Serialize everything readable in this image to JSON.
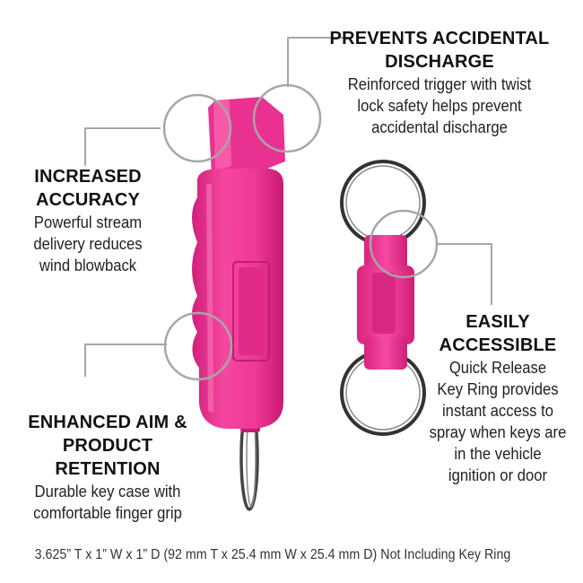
{
  "features": [
    {
      "title_lines": [
        "PREVENTS ACCIDENTAL",
        "DISCHARGE"
      ],
      "desc_lines": [
        "Reinforced trigger with twist",
        "lock safety helps prevent",
        "accidental discharge"
      ]
    },
    {
      "title_lines": [
        "INCREASED",
        "ACCURACY"
      ],
      "desc_lines": [
        "Powerful stream",
        "delivery reduces",
        "wind blowback"
      ]
    },
    {
      "title_lines": [
        "ENHANCED AIM &",
        "PRODUCT RETENTION"
      ],
      "desc_lines": [
        "Durable key case with",
        "comfortable finger grip"
      ]
    },
    {
      "title_lines": [
        "EASILY",
        "ACCESSIBLE"
      ],
      "desc_lines": [
        "Quick Release",
        "Key Ring provides",
        "instant access to",
        "spray when keys are",
        "in the vehicle",
        "ignition or door"
      ]
    }
  ],
  "dimensions": "3.625” T x 1” W x 1” D (92 mm T x 25.4 mm W x 25.4 mm D) Not Including Key Ring",
  "colors": {
    "product": "#f0389a",
    "accent": "#a7a7a7",
    "text": "#1b1b1b"
  }
}
